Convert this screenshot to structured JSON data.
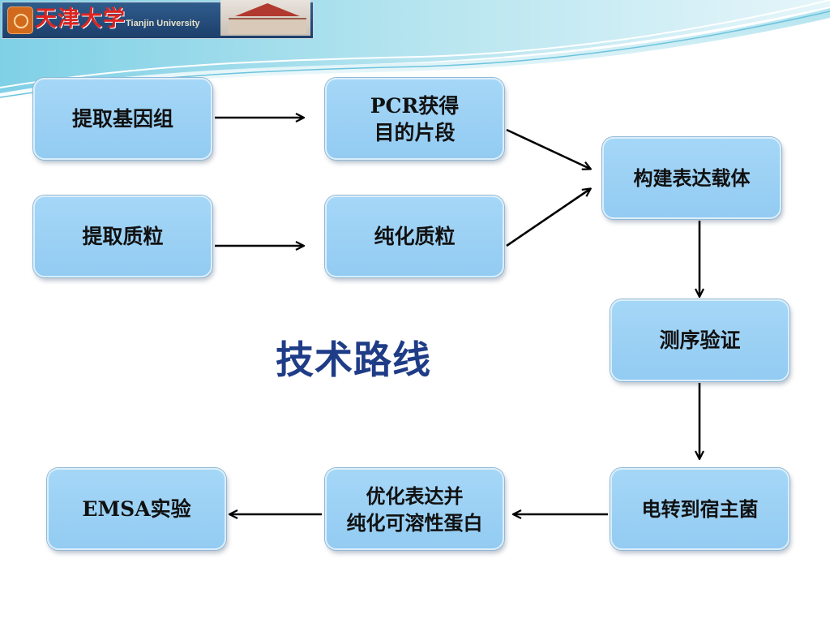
{
  "header": {
    "logo_cn": "天津大学",
    "logo_en": "Tianjin University"
  },
  "title": "技术路线",
  "steps": [
    {
      "label": "提取基因组"
    },
    {
      "label": "PCR获得\n目的片段"
    },
    {
      "label": "提取质粒"
    },
    {
      "label": "纯化质粒"
    },
    {
      "label": "构建表达载体"
    },
    {
      "label": "测序验证"
    },
    {
      "label": "电转到宿主菌"
    },
    {
      "label": "优化表达并\n纯化可溶性蛋白"
    },
    {
      "label": "EMSA实验"
    }
  ],
  "colors": {
    "box_fill": "#9dd2f5",
    "title": "#1f3c87",
    "arrow": "#000000"
  }
}
